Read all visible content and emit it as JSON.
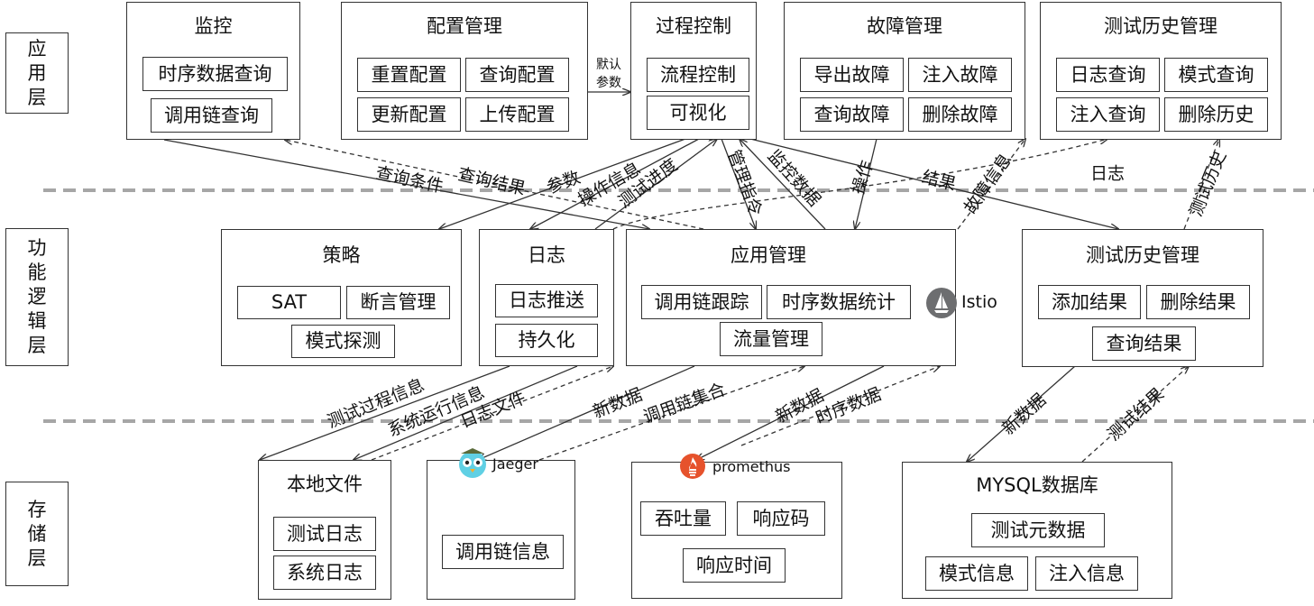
{
  "layers": {
    "app": "应用层",
    "func": "功能逻辑层",
    "storage": "存储层"
  },
  "app_boxes": {
    "monitor": {
      "title": "监控",
      "items": [
        "时序数据查询",
        "调用链查询"
      ]
    },
    "config": {
      "title": "配置管理",
      "items": [
        "重置配置",
        "查询配置",
        "更新配置",
        "上传配置"
      ]
    },
    "process": {
      "title": "过程控制",
      "items": [
        "流程控制",
        "可视化"
      ]
    },
    "fault": {
      "title": "故障管理",
      "items": [
        "导出故障",
        "注入故障",
        "查询故障",
        "删除故障"
      ]
    },
    "history": {
      "title": "测试历史管理",
      "items": [
        "日志查询",
        "模式查询",
        "注入查询",
        "删除历史"
      ]
    }
  },
  "func_boxes": {
    "strategy": {
      "title": "策略",
      "items": [
        "SAT",
        "断言管理",
        "模式探测"
      ]
    },
    "log": {
      "title": "日志",
      "items": [
        "日志推送",
        "持久化"
      ]
    },
    "appmgmt": {
      "title": "应用管理",
      "items": [
        "调用链跟踪",
        "时序数据统计",
        "流量管理"
      ],
      "logo": "Istio"
    },
    "history": {
      "title": "测试历史管理",
      "items": [
        "添加结果",
        "删除结果",
        "查询结果"
      ]
    }
  },
  "storage_boxes": {
    "local": {
      "title": "本地文件",
      "items": [
        "测试日志",
        "系统日志"
      ]
    },
    "jaeger": {
      "logo": "Jaeger",
      "items": [
        "调用链信息"
      ]
    },
    "prometheus": {
      "logo": "promethus",
      "items": [
        "吞吐量",
        "响应码",
        "响应时间"
      ]
    },
    "mysql": {
      "title": "MYSQL数据库",
      "items": [
        "测试元数据",
        "模式信息",
        "注入信息"
      ]
    }
  },
  "edge_labels": {
    "default_params_1": "默认",
    "default_params_2": "参数",
    "query_cond": "查询条件",
    "query_result": "查询结果",
    "params": "参数",
    "op_info": "操作信息",
    "test_progress": "测试进度",
    "mgmt_cmd": "管理指令",
    "monitor_data": "监控数据",
    "operation": "操作",
    "result": "结果",
    "fault_info": "故障信息",
    "log": "日志",
    "test_history": "测试历史",
    "test_process_info": "测试过程信息",
    "sys_run_info": "系统运行信息",
    "log_file": "日志文件",
    "new_data_1": "新数据",
    "trace_set": "调用链集合",
    "new_data_2": "新数据",
    "ts_data": "时序数据",
    "new_data_3": "新数据",
    "test_result": "测试结果"
  },
  "colors": {
    "stroke": "#333333",
    "divider": "#a6a6a6",
    "istio": "#6d6e70",
    "prometheus": "#e6522c",
    "jaeger": "#60d0e4"
  }
}
